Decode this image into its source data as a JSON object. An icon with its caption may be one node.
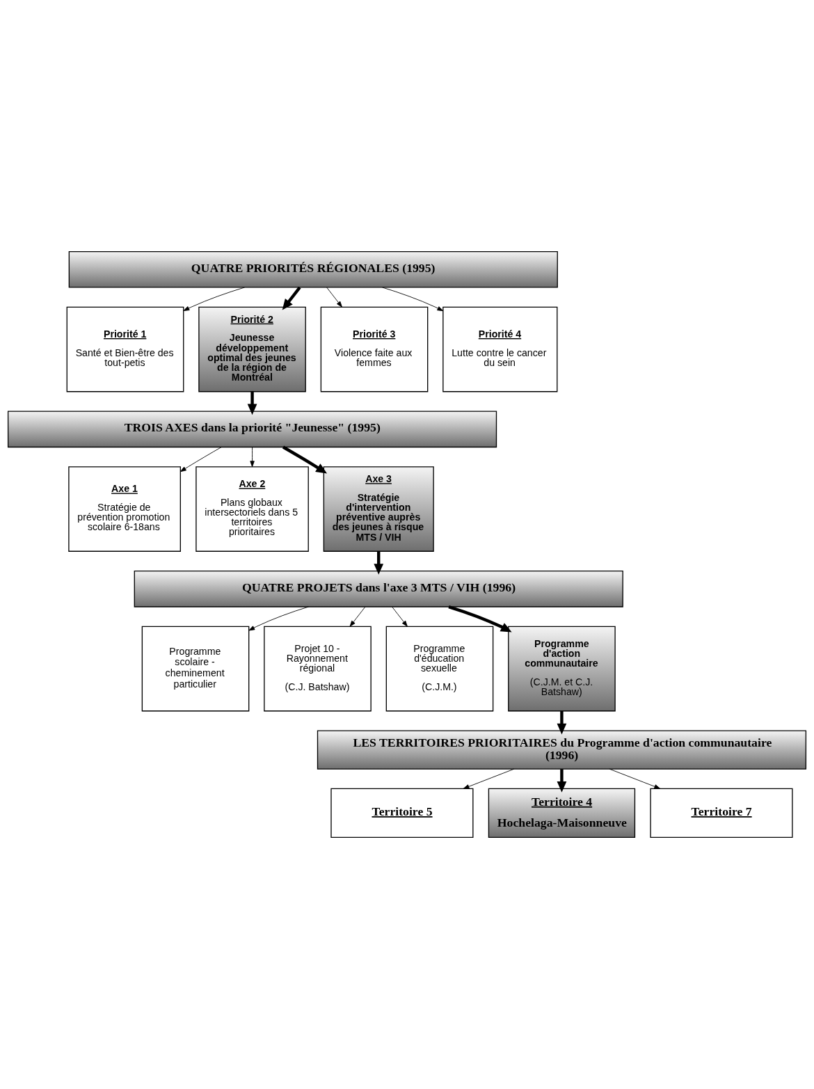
{
  "diagram": {
    "nodes": [
      {
        "text": [
          "QUATRE PRIORITÉS RÉGIONALES (1995)"
        ]
      },
      {
        "text": [
          "Priorité 1",
          "Santé et Bien-être des tout-petis"
        ]
      },
      {
        "text": [
          "Priorité 2",
          "Jeunesse développement optimal des jeunes de la région de Montréal"
        ]
      },
      {
        "text": [
          "Priorité 3",
          "Violence faite aux femmes"
        ]
      },
      {
        "text": [
          "Priorité 4",
          "Lutte contre le cancer du sein"
        ]
      },
      {
        "text": [
          "TROIS AXES dans la priorité \"Jeunesse\" (1995)"
        ]
      },
      {
        "text": [
          "Axe 1",
          "Stratégie de prévention promotion scolaire 6-18ans"
        ]
      },
      {
        "text": [
          "Axe 2",
          "Plans globaux intersectoriels dans 5 territoires prioritaires"
        ]
      },
      {
        "text": [
          "Axe 3",
          "Stratégie d'intervention préventive auprès des jeunes à risque MTS / VIH"
        ]
      },
      {
        "text": [
          "QUATRE PROJETS dans l'axe 3 MTS / VIH (1996)"
        ]
      },
      {
        "text": [
          "Programme scolaire - cheminement particulier"
        ]
      },
      {
        "text": [
          "Projet 10 - Rayonnement régional",
          "(C.J. Batshaw)"
        ]
      },
      {
        "text": [
          "Programme d'éducation sexuelle",
          "(C.J.M.)"
        ]
      },
      {
        "text": [
          "Programme d'action communautaire",
          "(C.J.M. et C.J. Batshaw)"
        ]
      },
      {
        "text": [
          "LES TERRITOIRES PRIORITAIRES du Programme d'action communautaire (1996)"
        ]
      },
      {
        "text": [
          "Territoire 5"
        ]
      },
      {
        "text": [
          "Territoire 4",
          "Hochelaga-Maisonneuve"
        ]
      },
      {
        "text": [
          "Territoire 7"
        ]
      }
    ],
    "edges": [
      {
        "from": 0,
        "to": 1,
        "arrow": "to"
      },
      {
        "from": 0,
        "to": 2,
        "arrow": "to",
        "style": "thick"
      },
      {
        "from": 0,
        "to": 3,
        "arrow": "to"
      },
      {
        "from": 0,
        "to": 4,
        "arrow": "to"
      },
      {
        "from": 2,
        "to": 5,
        "arrow": "to",
        "style": "thick"
      },
      {
        "from": 5,
        "to": 6,
        "arrow": "to"
      },
      {
        "from": 5,
        "to": 7,
        "arrow": "to"
      },
      {
        "from": 5,
        "to": 8,
        "arrow": "to",
        "style": "thick"
      },
      {
        "from": 8,
        "to": 9,
        "arrow": "to",
        "style": "thick"
      },
      {
        "from": 9,
        "to": 10,
        "arrow": "to"
      },
      {
        "from": 9,
        "to": 11,
        "arrow": "to"
      },
      {
        "from": 9,
        "to": 12,
        "arrow": "to"
      },
      {
        "from": 9,
        "to": 13,
        "arrow": "to",
        "style": "thick"
      },
      {
        "from": 13,
        "to": 14,
        "arrow": "to",
        "style": "thick"
      },
      {
        "from": 14,
        "to": 15,
        "arrow": "to"
      },
      {
        "from": 14,
        "to": 16,
        "arrow": "to",
        "style": "thick"
      },
      {
        "from": 14,
        "to": 17,
        "arrow": "to"
      }
    ]
  }
}
